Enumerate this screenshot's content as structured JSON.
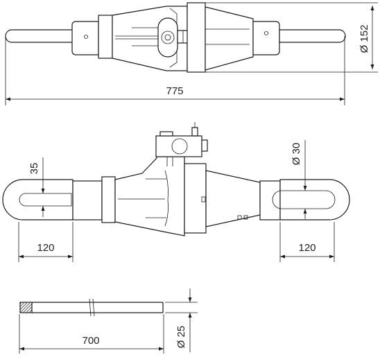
{
  "drawing": {
    "top_view": {
      "overall_length": "775",
      "body_diameter": "Ø 152"
    },
    "side_view": {
      "eye_height": "35",
      "eye_diameter": "Ø 30",
      "left_eye_length": "120",
      "right_eye_length": "120"
    },
    "bar_view": {
      "bar_length": "700",
      "bar_diameter": "Ø 25"
    }
  },
  "colors": {
    "line": "#1a1a1a",
    "hatch": "#1a1a1a",
    "background": "#ffffff"
  }
}
